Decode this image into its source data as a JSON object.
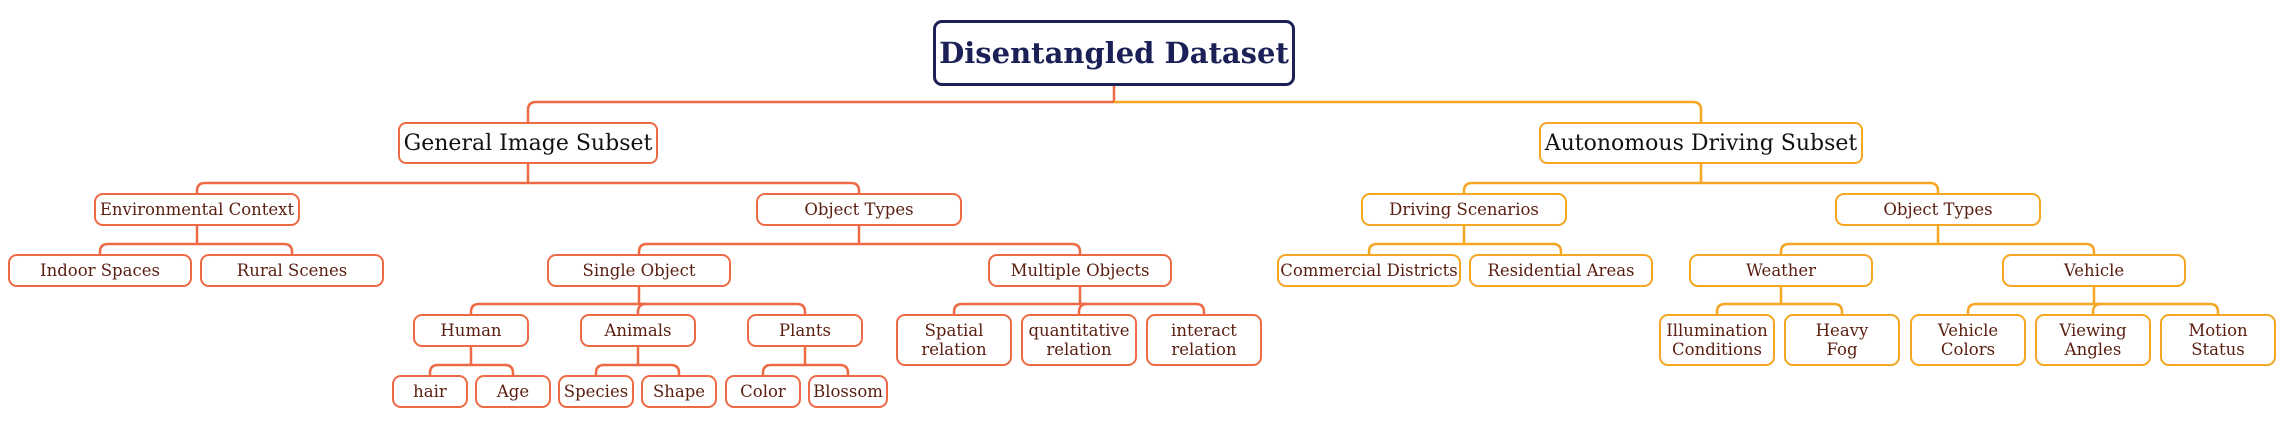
{
  "colors": {
    "root": "#1b2157",
    "general": "#ee6a44",
    "autonomous": "#f5a623"
  },
  "root": "Disentangled Dataset",
  "general": {
    "title": "General Image Subset",
    "environmental_context": {
      "label": "Environmental Context",
      "children": [
        "Indoor Spaces",
        "Rural Scenes"
      ]
    },
    "object_types": {
      "label": "Object Types",
      "single_object": {
        "label": "Single Object",
        "human": {
          "label": "Human",
          "children": [
            "hair",
            "Age"
          ]
        },
        "animals": {
          "label": "Animals",
          "children": [
            "Species",
            "Shape"
          ]
        },
        "plants": {
          "label": "Plants",
          "children": [
            "Color",
            "Blossom"
          ]
        }
      },
      "multiple_objects": {
        "label": "Multiple Objects",
        "children": [
          "Spatial\nrelation",
          "quantitative\nrelation",
          "interact\nrelation"
        ]
      }
    }
  },
  "autonomous": {
    "title": "Autonomous Driving Subset",
    "driving_scenarios": {
      "label": "Driving Scenarios",
      "children": [
        "Commercial Districts",
        "Residential Areas"
      ]
    },
    "object_types": {
      "label": "Object Types",
      "weather": {
        "label": "Weather",
        "children": [
          "Illumination\nConditions",
          "Heavy\nFog"
        ]
      },
      "vehicle": {
        "label": "Vehicle",
        "children": [
          "Vehicle\nColors",
          "Viewing\nAngles",
          "Motion\nStatus"
        ]
      }
    }
  }
}
